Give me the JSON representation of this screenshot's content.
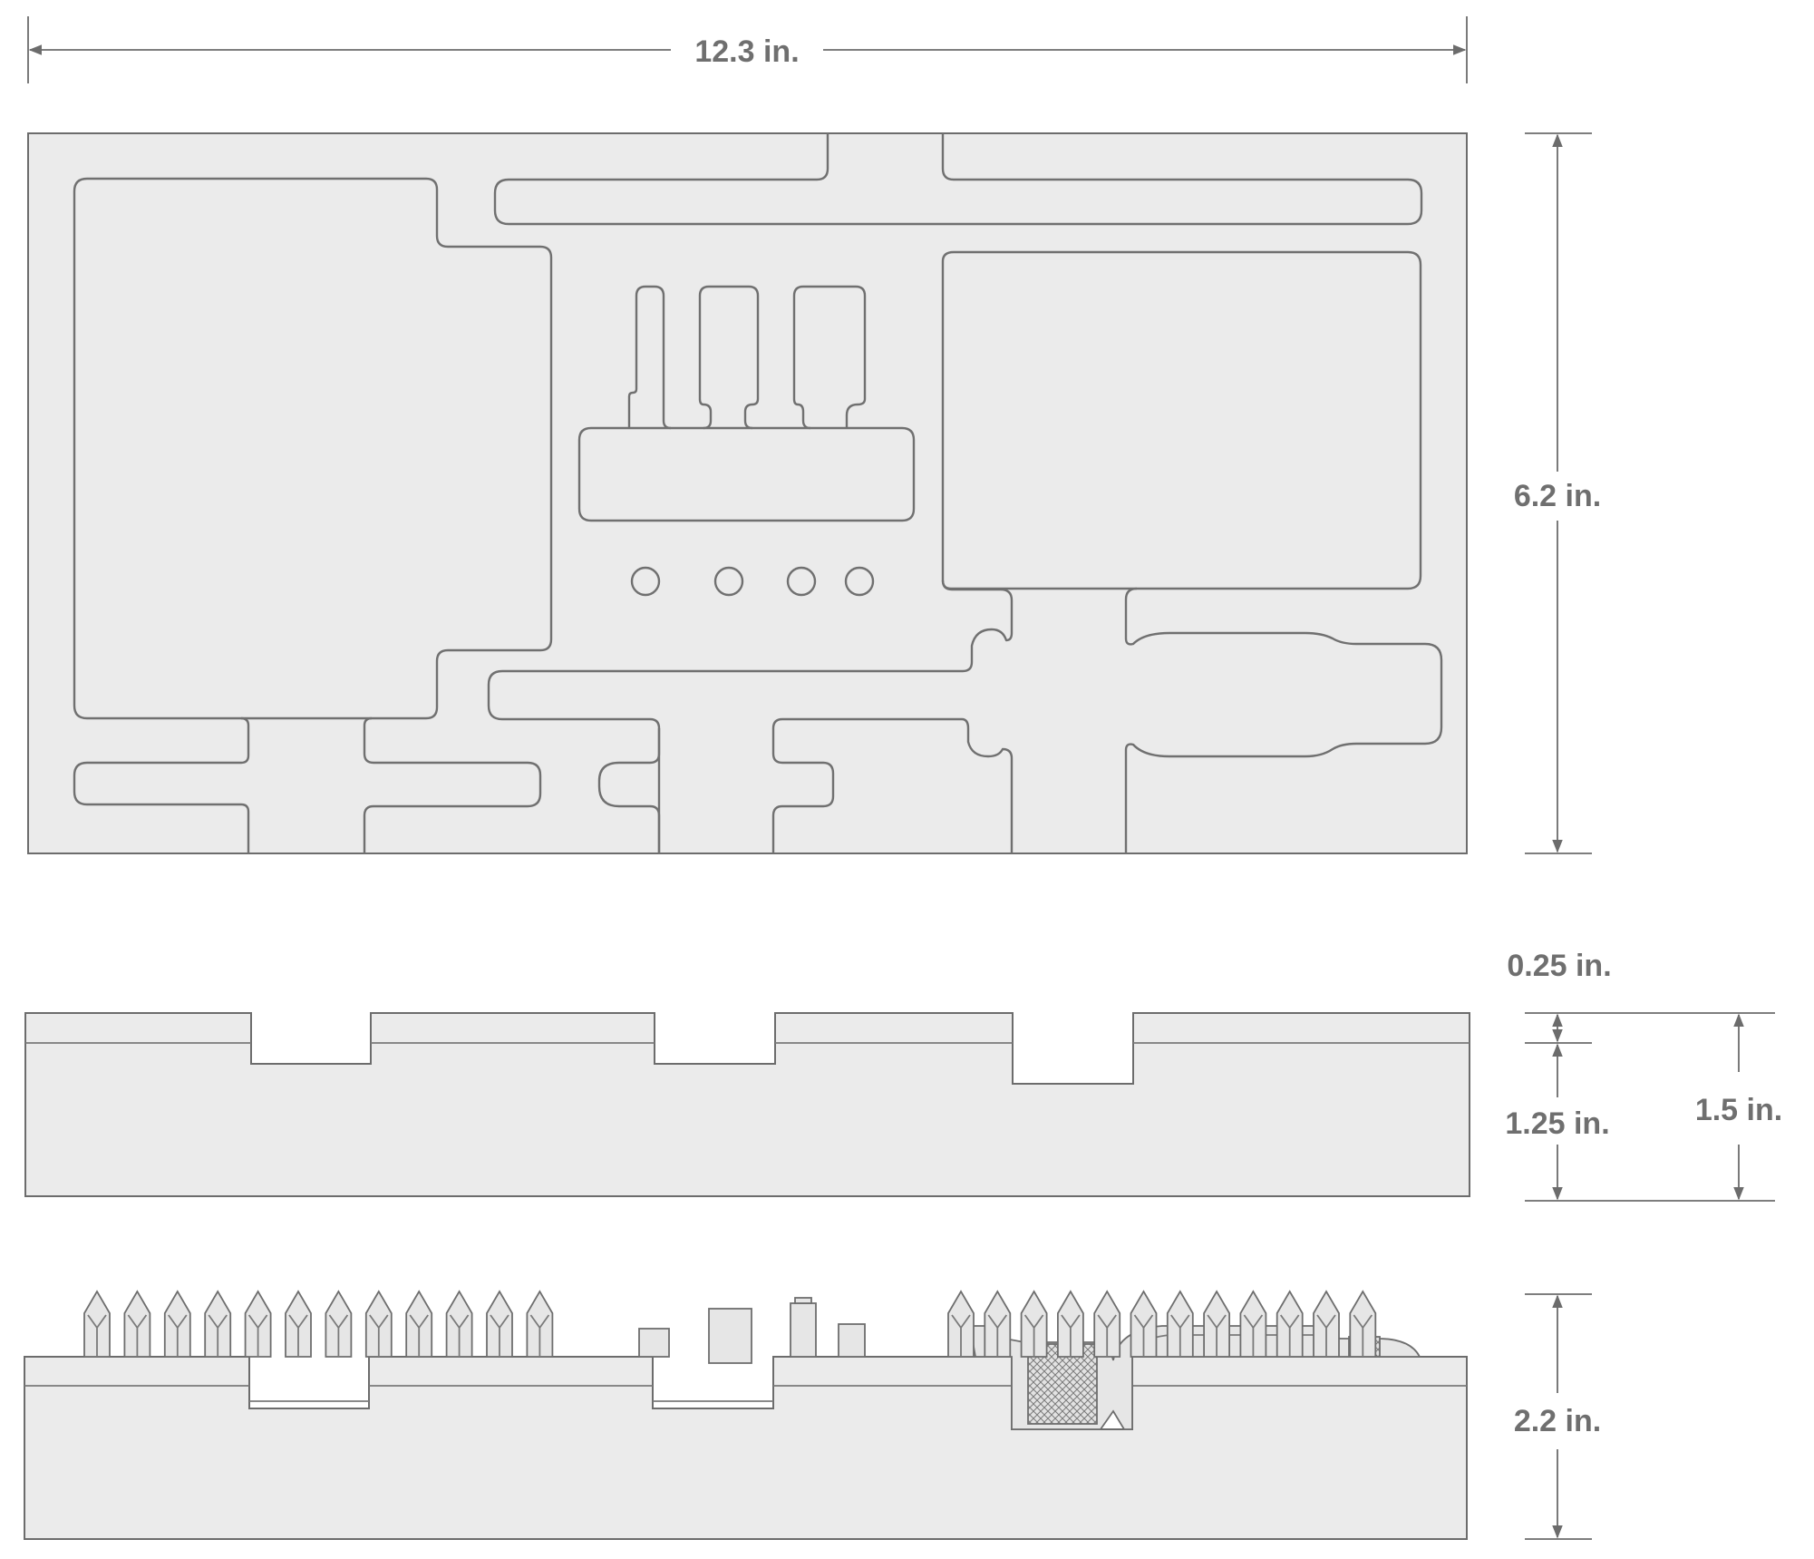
{
  "dimensions": {
    "width": "12.3 in.",
    "depth": "6.2 in.",
    "top_layer": "0.25 in.",
    "base_layer": "1.25 in.",
    "total_thickness": "1.5 in.",
    "overall_height": "2.2 in."
  },
  "colors": {
    "foam": "#ebebeb",
    "outline": "#6c6c6c",
    "label": "#6f6f6f"
  }
}
